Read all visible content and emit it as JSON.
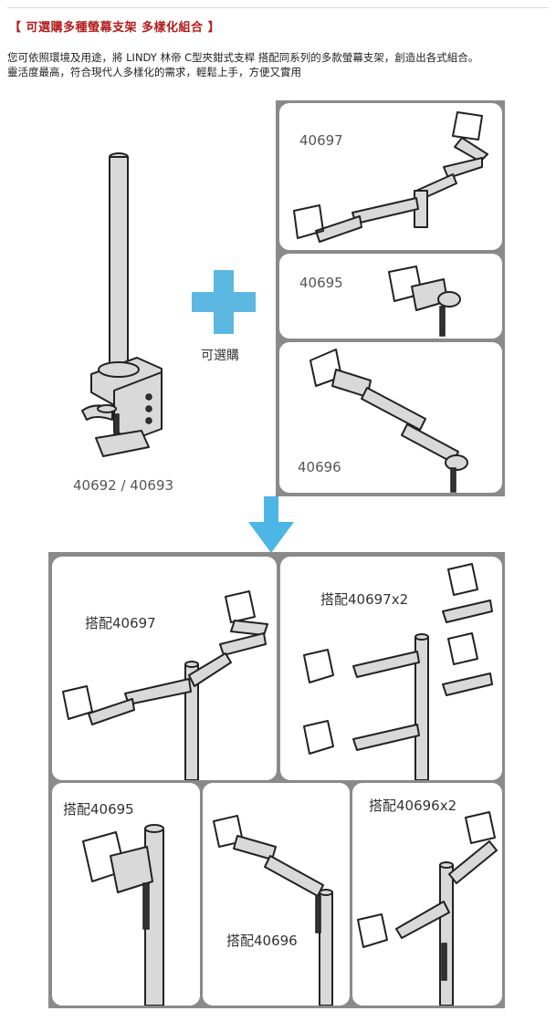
{
  "header": {
    "title": "【 可選購多種螢幕支架 多樣化組合 】",
    "description_line1": "您可依照環境及用途，將 LINDY 林帝 C型夾鉗式支桿 搭配同系列的多款螢幕支架，創造出各式組合。",
    "description_line2": "靈活度最高，符合現代人多樣化的需求，輕鬆上手，方便又實用"
  },
  "base_product": {
    "model": "40692 / 40693"
  },
  "optional": {
    "label": "可選購"
  },
  "options": [
    {
      "model": "40697"
    },
    {
      "model": "40695"
    },
    {
      "model": "40696"
    }
  ],
  "combos": [
    {
      "label": "搭配40697"
    },
    {
      "label": "搭配40697x2"
    },
    {
      "label": "搭配40695"
    },
    {
      "label": "搭配40696"
    },
    {
      "label": "搭配40696x2"
    }
  ],
  "colors": {
    "title": "#b31b1b",
    "accent_plus": "#5cb8e0",
    "arrow": "#4cb6e4",
    "frame": "#8a8a8a"
  }
}
